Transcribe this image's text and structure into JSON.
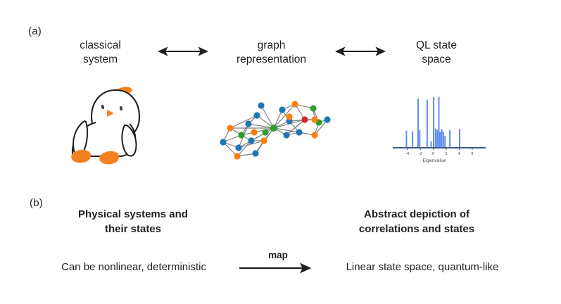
{
  "figure": {
    "panel_a_letter": "(a)",
    "panel_b_letter": "(b)"
  },
  "panel_a": {
    "columns": [
      {
        "id": "classical-system",
        "line1": "classical",
        "line2": "system"
      },
      {
        "id": "graph-representation",
        "line1": "graph",
        "line2": "representation"
      },
      {
        "id": "ql-state-space",
        "line1": "QL state",
        "line2": "space"
      }
    ],
    "arrows": [
      {
        "id": "arrow-left",
        "type": "double-headed"
      },
      {
        "id": "arrow-right",
        "type": "double-headed"
      }
    ],
    "illustrations": {
      "penguin": {
        "name": "penguin-drawing",
        "outline_color": "#231f20",
        "accent_color": "#f58220"
      },
      "graph": {
        "name": "graph-network-drawing",
        "edge_color": "#6b6b6b",
        "node_colors": {
          "blue": "#1f77b4",
          "orange": "#ff7f0e",
          "green": "#2ca02c",
          "red": "#d62728"
        }
      },
      "spectrum": {
        "name": "eigenvalue-spectrum-plot",
        "bar_color": "#5a8dee"
      }
    }
  },
  "panel_b": {
    "left_heading_line1": "Physical systems and",
    "left_heading_line2": "their states",
    "right_heading_line1": "Abstract depiction of",
    "right_heading_line2": "correlations and states",
    "left_text": "Can be nonlinear, deterministic",
    "right_text": "Linear state space, quantum-like",
    "map_label": "map"
  },
  "chart_data": {
    "type": "bar",
    "title": "",
    "xlabel": "Eigenvalue",
    "ylabel": "",
    "xlim": [
      -5.6,
      7.2
    ],
    "ylim": [
      0,
      1.0
    ],
    "grid": false,
    "legend": null,
    "tick_labels": [
      "-4",
      "-2",
      "0",
      "2",
      "4",
      "6"
    ],
    "ticks": [
      -4,
      -2,
      0,
      2,
      4,
      6
    ],
    "x": [
      -4.15,
      -3.2,
      -2.35,
      -2.1,
      -0.95,
      -0.35,
      0.05,
      0.35,
      0.6,
      0.85,
      1.05,
      1.3,
      1.55,
      1.8,
      2.55,
      4.05
    ],
    "values": [
      0.32,
      0.31,
      0.92,
      0.33,
      0.9,
      0.12,
      0.95,
      0.36,
      0.33,
      0.95,
      0.3,
      0.35,
      0.3,
      0.22,
      0.33,
      0.35
    ]
  }
}
